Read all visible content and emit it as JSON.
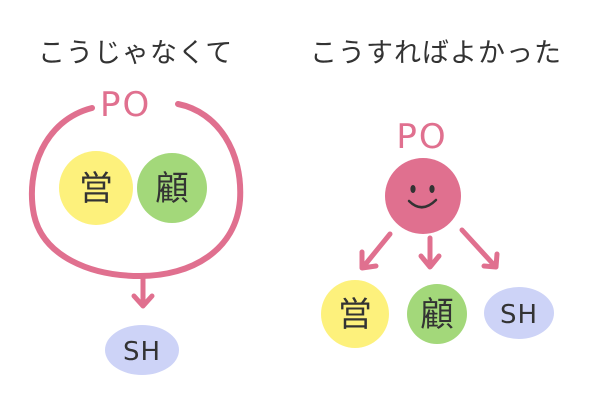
{
  "left": {
    "heading": "こうじゃなくて",
    "po_label": "PO",
    "inner_circles": [
      {
        "label": "営"
      },
      {
        "label": "顧"
      }
    ],
    "sh_label": "SH"
  },
  "right": {
    "heading": "こうすればよかった",
    "po_label": "PO",
    "children": [
      {
        "label": "営"
      },
      {
        "label": "顧"
      },
      {
        "label": "SH"
      }
    ]
  },
  "colors": {
    "pink": "#e0708f",
    "yellow": "#fdf17c",
    "green": "#a3d87a",
    "lavender": "#cdd3f7",
    "ink": "#333333"
  }
}
